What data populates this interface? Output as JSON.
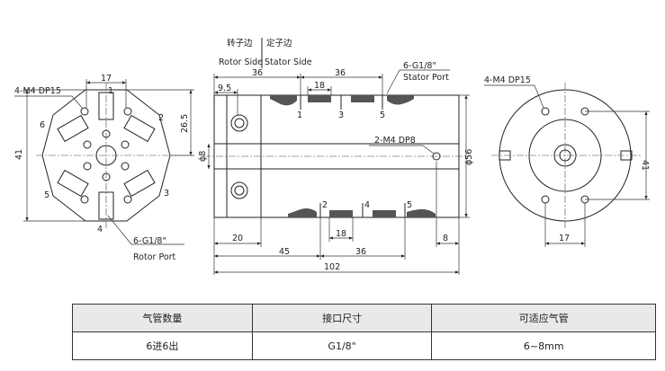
{
  "drawing": {
    "legend": {
      "rotor_cn": "转子边",
      "stator_cn": "定子边",
      "rotor_en": "Rotor Side",
      "stator_en": "Stator Side"
    },
    "front_view": {
      "hole_callout": "4-M4 DP15",
      "dim_width": "17",
      "dim_height": "41",
      "dim_offset": "26.5",
      "port_numbers": [
        "1",
        "2",
        "3",
        "4",
        "5",
        "6"
      ],
      "port_callout": "6-G1/8\"",
      "port_callout_en": "Rotor Port"
    },
    "side_view": {
      "dim_9_5": "9.5",
      "dim_36_left": "36",
      "dim_36_right": "36",
      "dim_18_top": "18",
      "dim_18_bottom": "18",
      "dim_20": "20",
      "dim_45": "45",
      "dim_36_bottom": "36",
      "dim_102": "102",
      "dim_8": "8",
      "dim_phi8": "ϕ8",
      "dim_phi56": "ϕ56",
      "top_ports": [
        "1",
        "3",
        "5"
      ],
      "bottom_ports": [
        "2",
        "4",
        "5"
      ],
      "stator_callout": "6-G1/8\"",
      "stator_callout_en": "Stator Port",
      "m4_callout": "2-M4 DP8"
    },
    "rear_view": {
      "hole_callout": "4-M4 DP15",
      "dim_height": "41",
      "dim_width": "17"
    }
  },
  "table": {
    "headers": [
      "气管数量",
      "接口尺寸",
      "可适应气管"
    ],
    "rows": [
      [
        "6进6出",
        "G1/8\"",
        "6~8mm"
      ]
    ]
  }
}
